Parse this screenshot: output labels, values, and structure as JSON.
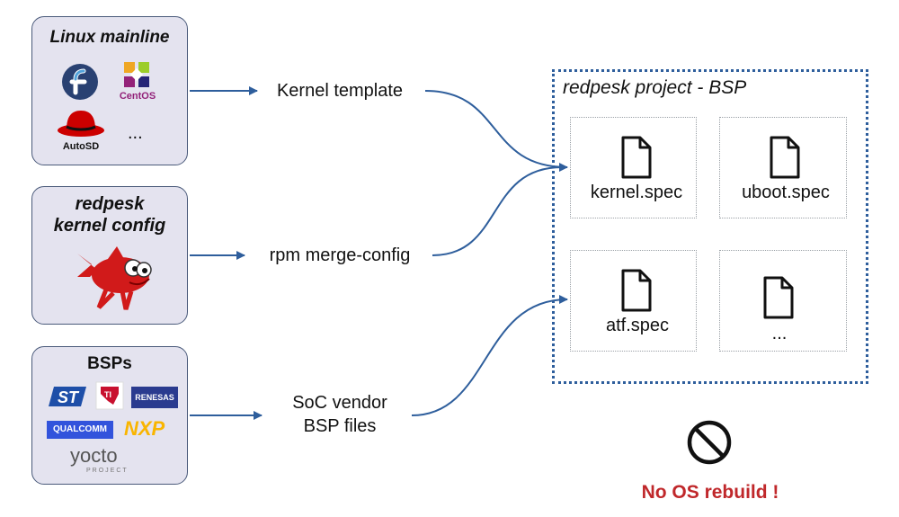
{
  "sources": [
    {
      "title": "Linux mainline",
      "logos": {
        "centos": "CentOS",
        "autosd": "AutoSD",
        "more": "..."
      }
    },
    {
      "title_line1": "redpesk",
      "title_line2": "kernel config"
    },
    {
      "title": "BSPs",
      "logos": {
        "renesas": "RENESAS",
        "qualcomm": "QUALCOMM",
        "nxp": "NXP",
        "yocto": "yocto",
        "yocto_sub": "PROJECT"
      }
    }
  ],
  "flows": [
    {
      "label": "Kernel template"
    },
    {
      "label": "rpm merge-config"
    },
    {
      "label_line1": "SoC vendor",
      "label_line2": "BSP files"
    }
  ],
  "project": {
    "title": "redpesk project - BSP",
    "specs": [
      "kernel.spec",
      "uboot.spec",
      "atf.spec",
      "..."
    ]
  },
  "note": {
    "text": "No OS rebuild !",
    "color": "#c0282b"
  },
  "colors": {
    "arrow": "#2e5e9c",
    "box_fill": "#e4e3ef",
    "box_border": "#4a5a7a"
  }
}
